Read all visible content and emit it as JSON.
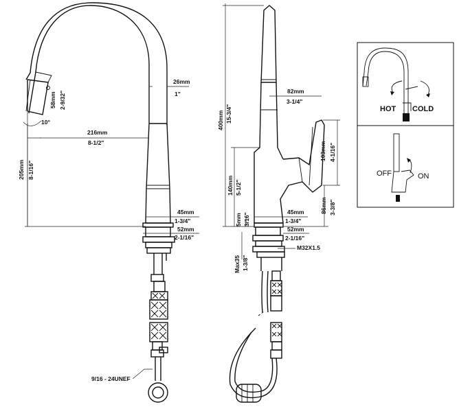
{
  "left_view": {
    "spout_height_mm": "58mm",
    "spout_height_in": "2-9/32\"",
    "angle": "10°",
    "pipe_dia_mm": "26mm",
    "pipe_dia_in": "1\"",
    "reach_mm": "216mm",
    "reach_in": "8-1/2\"",
    "height_mm": "205mm",
    "height_in": "8-1/16\"",
    "base_mm": "45mm",
    "base_in": "1-3/4\"",
    "plate_mm": "52mm",
    "plate_in": "2-1/16\"",
    "thread": "9/16 - 24UNEF"
  },
  "right_view": {
    "total_mm": "400mm",
    "total_in": "15-3/4\"",
    "handle_reach_mm": "82mm",
    "handle_reach_in": "3-1/4\"",
    "handle_h_mm": "103mm",
    "handle_h_in": "4-1/16\"",
    "body_mm": "140mm",
    "body_in": "5-1/2\"",
    "lower_mm": "86mm",
    "lower_in": "3-3/8\"",
    "base_mm": "45mm",
    "base_in": "1-3/4\"",
    "ring_mm": "5mm",
    "ring_in": "3/16\"",
    "plate_mm": "52mm",
    "plate_in": "2-1/16\"",
    "thread": "M32X1.5",
    "deck_mm": "Max35",
    "deck_in": "1-3/8\""
  },
  "legend": {
    "hot": "HOT",
    "cold": "COLD",
    "off": "OFF",
    "on": "ON"
  }
}
